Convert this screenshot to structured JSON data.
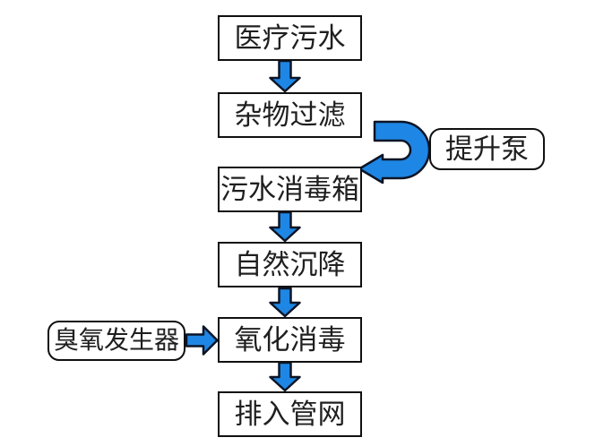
{
  "diagram": {
    "type": "flowchart",
    "nodes": [
      {
        "id": "medical-wastewater",
        "label": "医疗污水",
        "shape": "rect"
      },
      {
        "id": "debris-filtering",
        "label": "杂物过滤",
        "shape": "rect"
      },
      {
        "id": "sewage-disinfection-tank",
        "label": "污水消毒箱",
        "shape": "rect"
      },
      {
        "id": "natural-settling",
        "label": "自然沉降",
        "shape": "rect"
      },
      {
        "id": "oxidation-disinfection",
        "label": "氧化消毒",
        "shape": "rect"
      },
      {
        "id": "discharge-to-pipe-network",
        "label": "排入管网",
        "shape": "rect"
      },
      {
        "id": "lift-pump",
        "label": "提升泵",
        "shape": "rounded"
      },
      {
        "id": "ozone-generator",
        "label": "臭氧发生器",
        "shape": "rounded"
      }
    ],
    "edges": [
      {
        "from": "医疗污水",
        "to": "杂物过滤",
        "type": "block-arrow-down"
      },
      {
        "from": "杂物过滤",
        "to": "污水消毒箱",
        "type": "u-turn-block-arrow",
        "via": "提升泵"
      },
      {
        "from": "污水消毒箱",
        "to": "自然沉降",
        "type": "block-arrow-down"
      },
      {
        "from": "自然沉降",
        "to": "氧化消毒",
        "type": "block-arrow-down"
      },
      {
        "from": "臭氧发生器",
        "to": "氧化消毒",
        "type": "block-arrow-right"
      },
      {
        "from": "氧化消毒",
        "to": "排入管网",
        "type": "block-arrow-down"
      }
    ],
    "colors": {
      "arrow_fill": "#1e86e4",
      "arrow_outline": "#0c1526",
      "box_border": "#101010",
      "box_fill": "#ffffff",
      "text": "#1f1f1f",
      "background": "#ffffff"
    }
  }
}
